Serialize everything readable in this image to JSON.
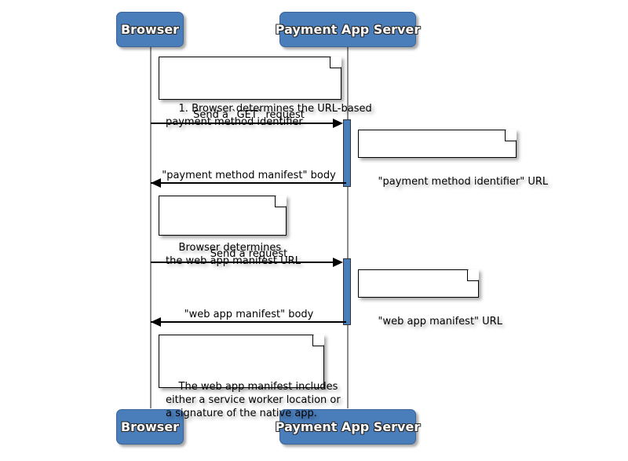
{
  "diagram": {
    "type": "sequence-diagram",
    "title": "",
    "background_color": "#ffffff",
    "participant_color": "#4a7ebb",
    "activation_color": "#4a7ebb",
    "lifeline_color": "#8c8c8c",
    "line_color": "#000000",
    "note_background": "#ffffff"
  },
  "participants": [
    {
      "id": "browser",
      "label": "Browser"
    },
    {
      "id": "server",
      "label": "Payment App Server"
    }
  ],
  "participants_bottom": [
    {
      "id": "browser",
      "label": "Browser"
    },
    {
      "id": "server",
      "label": "Payment App Server"
    }
  ],
  "notes": [
    {
      "id": "note-1",
      "text": "1. Browser determines the URL-based\npayment method identifier",
      "attached_to": "browser",
      "side": "right"
    },
    {
      "id": "note-2",
      "text": "\"payment method identifier\" URL",
      "attached_to": "server",
      "side": "right"
    },
    {
      "id": "note-3",
      "text": "Browser determines\nthe web app manifest URL",
      "attached_to": "browser",
      "side": "right"
    },
    {
      "id": "note-4",
      "text": "\"web app manifest\" URL",
      "attached_to": "server",
      "side": "right"
    },
    {
      "id": "note-5",
      "text": "The web app manifest includes\neither a service worker location or\na signature of the native app.",
      "attached_to": "browser",
      "side": "right"
    }
  ],
  "messages": [
    {
      "id": "msg-1",
      "label": "Send a `GET` request",
      "from": "browser",
      "to": "server",
      "direction": "right"
    },
    {
      "id": "msg-2",
      "label": "\"payment method manifest\" body",
      "from": "server",
      "to": "browser",
      "direction": "left"
    },
    {
      "id": "msg-3",
      "label": "Send a request",
      "from": "browser",
      "to": "server",
      "direction": "right"
    },
    {
      "id": "msg-4",
      "label": "\"web app manifest\" body",
      "from": "server",
      "to": "browser",
      "direction": "left"
    }
  ],
  "activations": [
    {
      "id": "activation-1",
      "on": "server"
    },
    {
      "id": "activation-2",
      "on": "server"
    }
  ]
}
